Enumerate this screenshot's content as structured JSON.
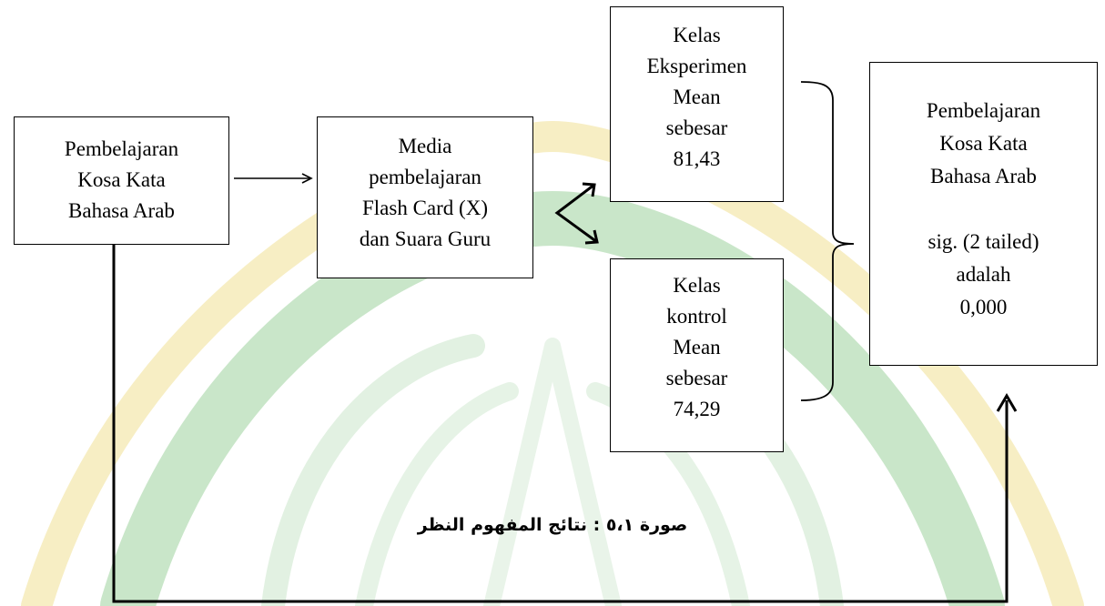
{
  "diagram": {
    "box_start": {
      "lines": [
        "Pembelajaran",
        "Kosa Kata",
        "Bahasa Arab"
      ]
    },
    "box_media": {
      "lines": [
        "Media",
        "pembelajaran",
        "Flash Card (X)",
        "dan Suara Guru"
      ]
    },
    "box_eksperimen": {
      "lines": [
        "Kelas",
        "Eksperimen",
        "Mean",
        "sebesar",
        "81,43"
      ]
    },
    "box_kontrol": {
      "lines": [
        "Kelas",
        "kontrol",
        "Mean",
        "sebesar",
        "74,29"
      ]
    },
    "box_result": {
      "lines": [
        "Pembelajaran",
        "Kosa Kata",
        "Bahasa Arab",
        "",
        "sig. (2 tailed)",
        "adalah",
        "0,000"
      ]
    },
    "caption": "صورة ٥،١ : نتائج المفهوم النظر"
  },
  "colors": {
    "watermark_green": "#c9e6c9",
    "watermark_yellow": "#f7eec4",
    "stroke": "#000000"
  }
}
